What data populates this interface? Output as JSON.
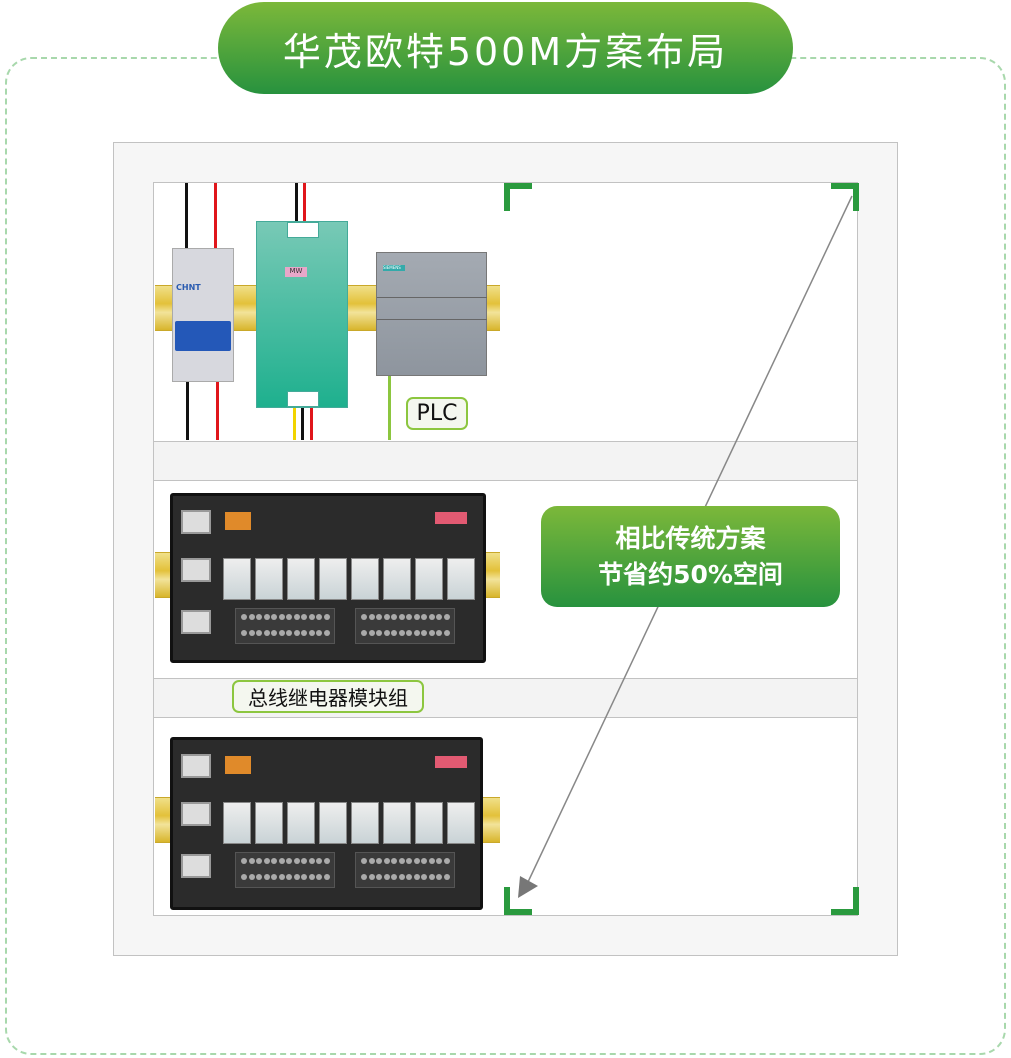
{
  "header": {
    "title": "华茂欧特500M方案布局"
  },
  "labels": {
    "plc": "PLC",
    "relay_group": "总线继电器模块组"
  },
  "callout": {
    "line1": "相比传统方案",
    "line2": "节省约50%空间"
  },
  "devices": {
    "breaker_brand": "CHNT",
    "psu_brand": "MW",
    "plc_brand": "SIEMENS"
  },
  "colors": {
    "accent_green": "#27923e",
    "light_green": "#7cb83a",
    "dash_border": "#a8d8ac"
  }
}
